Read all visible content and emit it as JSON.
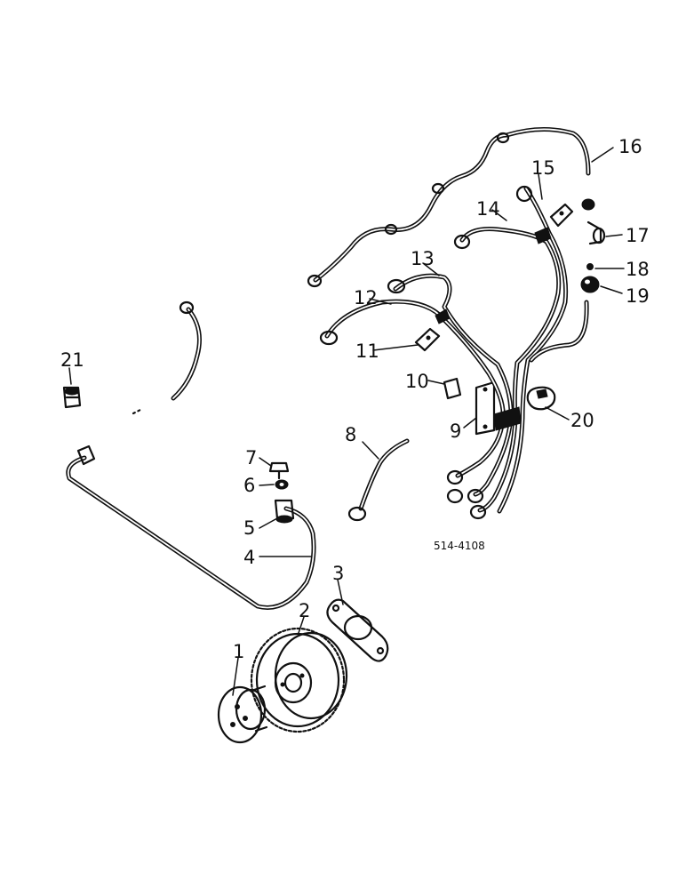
{
  "diagram": {
    "reference_code": "514-4108",
    "callouts": [
      {
        "n": "1"
      },
      {
        "n": "2"
      },
      {
        "n": "3"
      },
      {
        "n": "4"
      },
      {
        "n": "5"
      },
      {
        "n": "6"
      },
      {
        "n": "7"
      },
      {
        "n": "8"
      },
      {
        "n": "9"
      },
      {
        "n": "10"
      },
      {
        "n": "11"
      },
      {
        "n": "12"
      },
      {
        "n": "13"
      },
      {
        "n": "14"
      },
      {
        "n": "15"
      },
      {
        "n": "16"
      },
      {
        "n": "17"
      },
      {
        "n": "18"
      },
      {
        "n": "19"
      },
      {
        "n": "20"
      },
      {
        "n": "21"
      }
    ]
  }
}
